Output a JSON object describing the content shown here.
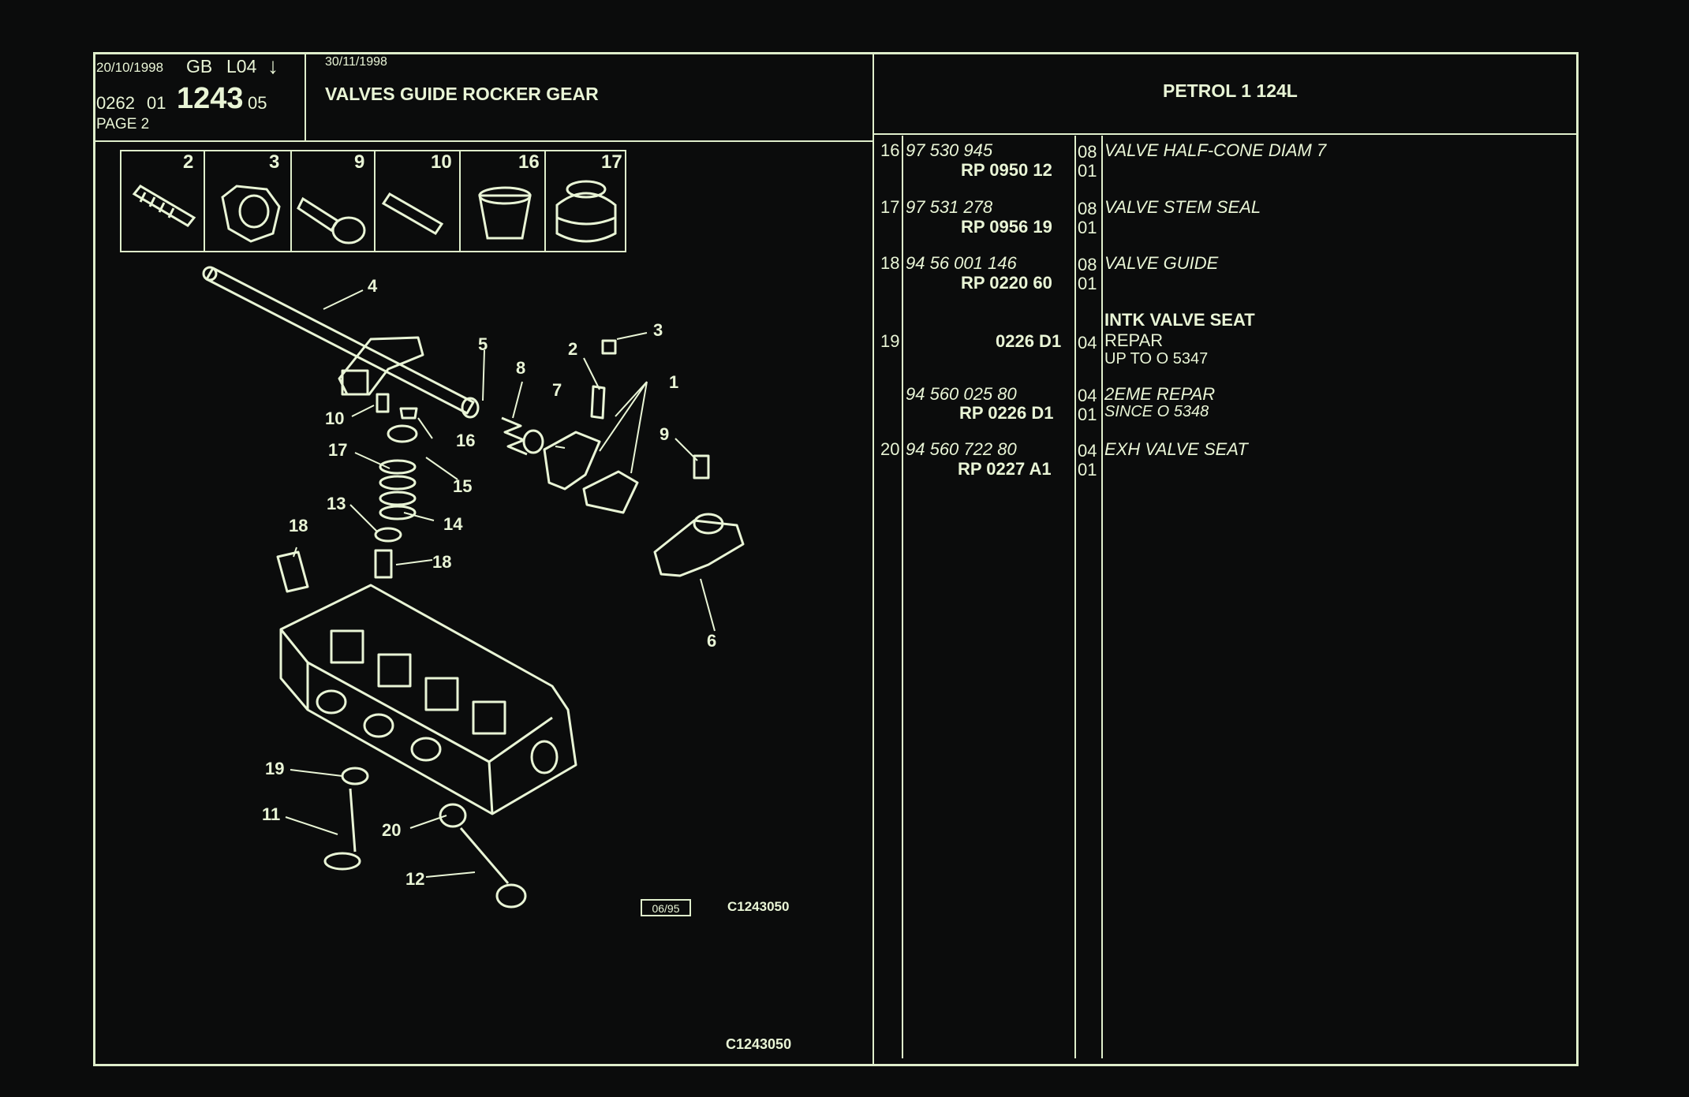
{
  "header": {
    "date": "20/10/1998",
    "lang": "GB",
    "code": "L04",
    "arrow": "↓",
    "ref_prefix": "0262",
    "ref_group": "01",
    "ref_main": "1243",
    "ref_suffix": "05",
    "page": "PAGE 2",
    "update_date": "30/11/1998",
    "title": "VALVES GUIDE ROCKER GEAR",
    "engine": "PETROL 1 124L"
  },
  "detail_boxes": [
    "2",
    "3",
    "9",
    "10",
    "16",
    "17"
  ],
  "callouts": [
    "4",
    "5",
    "8",
    "2",
    "3",
    "7",
    "1",
    "10",
    "16",
    "17",
    "15",
    "9",
    "13",
    "14",
    "18",
    "18",
    "6",
    "19",
    "11",
    "20",
    "12"
  ],
  "diagram_stamp": "06/95",
  "diagram_ref": "C1243050",
  "footer_ref": "C1243050",
  "parts": [
    {
      "item": "16",
      "number": "97 530 945",
      "rp": "RP  0950 12",
      "qty": "08",
      "unit": "01",
      "desc": [
        "VALVE HALF-CONE DIAM 7"
      ]
    },
    {
      "item": "17",
      "number": "97 531 278",
      "rp": "RP  0956 19",
      "qty": "08",
      "unit": "01",
      "desc": [
        "VALVE STEM SEAL"
      ]
    },
    {
      "item": "18",
      "number": "94 56 001 146",
      "rp": "RP  0220 60",
      "qty": "08",
      "unit": "01",
      "desc": [
        "VALVE GUIDE"
      ]
    },
    {
      "item": "19",
      "number": "",
      "rp": "0226 D1",
      "qty": "04",
      "unit": "",
      "heading": "INTK VALVE SEAT",
      "desc": [
        "REPAR",
        "UP TO O 5347"
      ]
    },
    {
      "item": "",
      "number": "94 560 025 80",
      "rp": "RP  0226 D1",
      "qty": "04",
      "unit": "01",
      "desc": [
        "2EME REPAR",
        "SINCE O 5348"
      ]
    },
    {
      "item": "20",
      "number": "94 560 722 80",
      "rp": "RP  0227 A1",
      "qty": "04",
      "unit": "01",
      "desc": [
        "EXH VALVE SEAT"
      ]
    }
  ],
  "colors": {
    "background": "#0b0c0c",
    "line": "#dfeecb",
    "text": "#e9f5d6"
  }
}
